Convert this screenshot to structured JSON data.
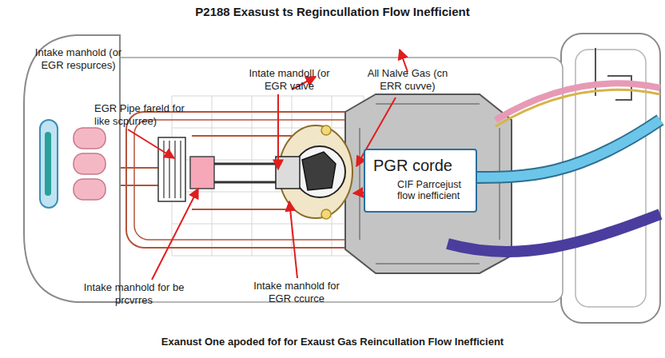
{
  "diagram": {
    "title": "P2188 Exasust ts Regincullation Flow Inefficient",
    "caption": "Exanust One apoded fof for Exaust Gas Reincullation Flow Inefficient",
    "nodes": [
      {
        "text": [
          "PGR corde",
          "CIF Parrcejust flow inefficient"
        ]
      }
    ],
    "labels": [
      "Intake manhold (or EGR respurces)",
      "EGR Pipe fareld for like scpurree)",
      "Intate mandoll (or EGR valve",
      "All Nalve Gas (cn ERR cuvve)",
      "Intake manhold for be prcvrres",
      "Intake manhold for EGR ccurce"
    ]
  }
}
